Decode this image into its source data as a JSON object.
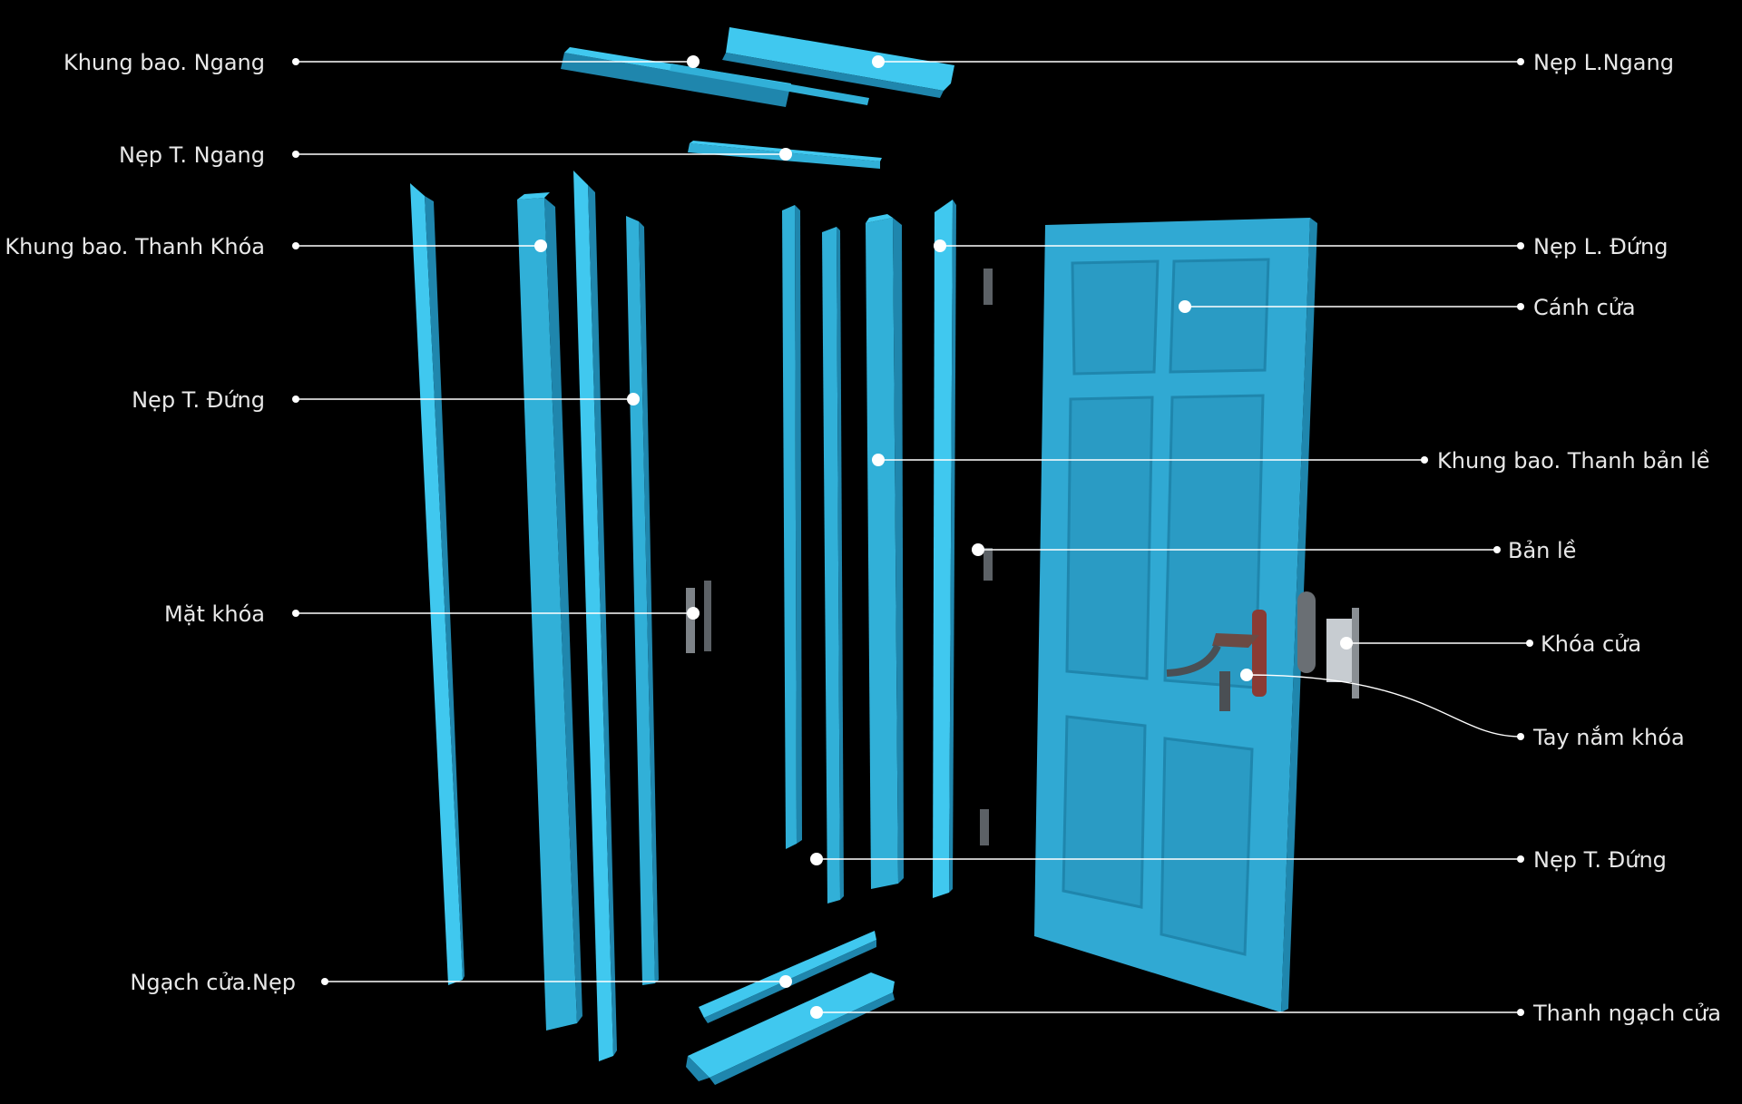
{
  "diagram": {
    "colors": {
      "background": "#000000",
      "part_light": "#40c8ef",
      "part_mid": "#31b0d8",
      "part_dark": "#1f86ad",
      "door_face": "#30a9d3",
      "door_panel": "#2a9bc4",
      "leader": "#ffffff",
      "label": "#e8e8e8",
      "hardware": "#8a8f94"
    },
    "labels": {
      "khung_bao_ngang": "Khung bao. Ngang",
      "nep_t_ngang": "Nẹp T. Ngang",
      "khung_bao_thanh_khoa": "Khung bao. Thanh Khóa",
      "nep_t_dung_left": "Nẹp T. Đứng",
      "mat_khoa": "Mặt khóa",
      "ngach_cua_nep": "Ngạch cửa.Nẹp",
      "nep_l_ngang": "Nẹp L.Ngang",
      "nep_l_dung": "Nẹp L. Đứng",
      "canh_cua": "Cánh cửa",
      "khung_bao_thanh_ban_le": "Khung bao. Thanh bản lề",
      "ban_le": "Bản lề",
      "khoa_cua": "Khóa cửa",
      "tay_nam_khoa": "Tay nắm khóa",
      "nep_t_dung_right": "Nẹp T. Đứng",
      "thanh_ngach_cua": "Thanh ngạch cửa"
    }
  }
}
